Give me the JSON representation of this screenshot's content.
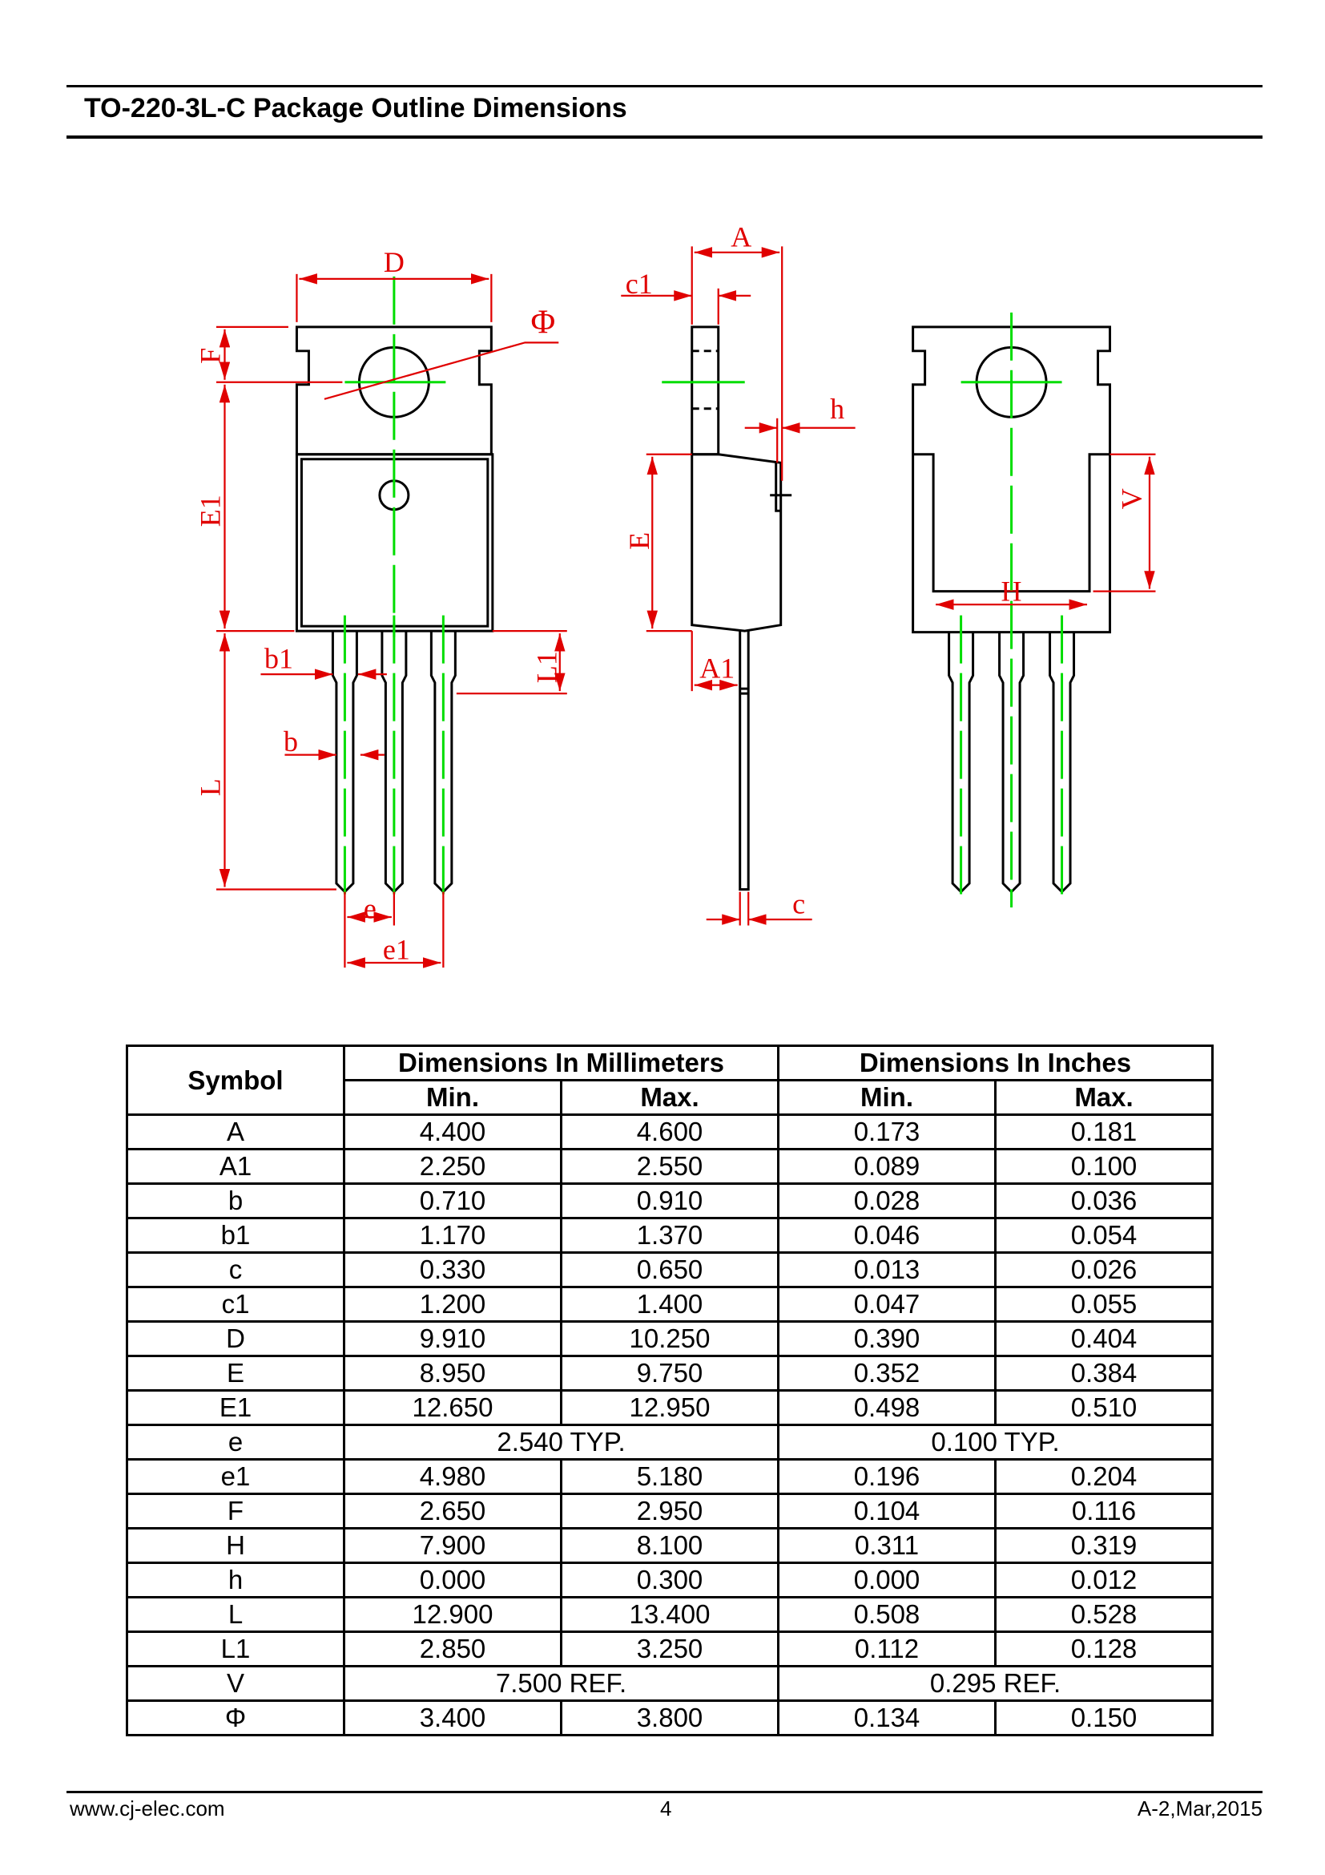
{
  "header": {
    "title": "TO-220-3L-C Package Outline Dimensions"
  },
  "drawing": {
    "labels": {
      "D": "D",
      "F": "F",
      "E1": "E1",
      "L": "L",
      "phi": "Φ",
      "b1": "b1",
      "b": "b",
      "L1": "L1",
      "e": "e",
      "e1": "e1",
      "A": "A",
      "c1": "c1",
      "h": "h",
      "E": "E",
      "A1": "A1",
      "c": "c",
      "V": "V",
      "H": "H"
    },
    "colors": {
      "outline": "#000000",
      "dimension": "#e00000",
      "centerline": "#00dd00"
    }
  },
  "table": {
    "headers": {
      "symbol": "Symbol",
      "mm": "Dimensions In Millimeters",
      "inch": "Dimensions In Inches",
      "min": "Min.",
      "max": "Max."
    },
    "rows": [
      [
        "A",
        "4.400",
        "4.600",
        "0.173",
        "0.181"
      ],
      [
        "A1",
        "2.250",
        "2.550",
        "0.089",
        "0.100"
      ],
      [
        "b",
        "0.710",
        "0.910",
        "0.028",
        "0.036"
      ],
      [
        "b1",
        "1.170",
        "1.370",
        "0.046",
        "0.054"
      ],
      [
        "c",
        "0.330",
        "0.650",
        "0.013",
        "0.026"
      ],
      [
        "c1",
        "1.200",
        "1.400",
        "0.047",
        "0.055"
      ],
      [
        "D",
        "9.910",
        "10.250",
        "0.390",
        "0.404"
      ],
      [
        "E",
        "8.950",
        "9.750",
        "0.352",
        "0.384"
      ],
      [
        "E1",
        "12.650",
        "12.950",
        "0.498",
        "0.510"
      ],
      [
        "e",
        "2.540 TYP.",
        null,
        "0.100 TYP.",
        null
      ],
      [
        "e1",
        "4.980",
        "5.180",
        "0.196",
        "0.204"
      ],
      [
        "F",
        "2.650",
        "2.950",
        "0.104",
        "0.116"
      ],
      [
        "H",
        "7.900",
        "8.100",
        "0.311",
        "0.319"
      ],
      [
        "h",
        "0.000",
        "0.300",
        "0.000",
        "0.012"
      ],
      [
        "L",
        "12.900",
        "13.400",
        "0.508",
        "0.528"
      ],
      [
        "L1",
        "2.850",
        "3.250",
        "0.112",
        "0.128"
      ],
      [
        "V",
        "7.500 REF.",
        null,
        "0.295 REF.",
        null
      ],
      [
        "Φ",
        "3.400",
        "3.800",
        "0.134",
        "0.150"
      ]
    ]
  },
  "footer": {
    "website": "www.cj-elec.com",
    "page": "4",
    "revision": "A-2,Mar,2015"
  }
}
